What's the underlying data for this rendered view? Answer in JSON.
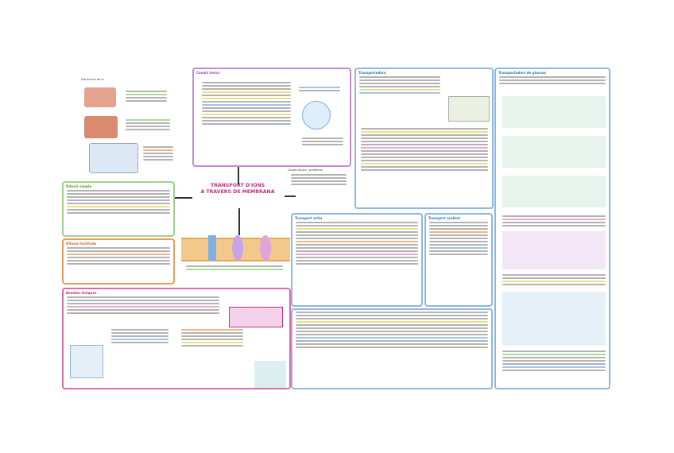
{
  "title": {
    "line1": "TRANSPORT D'IONS",
    "line2": "A TRAVERS DE MEMBRANA"
  },
  "sections": {
    "cells": {
      "heading": "Estructura de la"
    },
    "table": {
      "heading": "Canals iònics"
    },
    "diffusion": {
      "heading": "Difusió simple"
    },
    "facilitated": {
      "heading": "Difusió facilitada"
    },
    "pumps": {
      "heading": "Bombes iòniques"
    },
    "channels": {
      "heading": "Canals iònics i proteïnes"
    },
    "carriers": {
      "heading": "Transportadors"
    },
    "active": {
      "heading": "Transport actiu"
    },
    "symport": {
      "heading": "Transport acoblat"
    },
    "right": {
      "heading": "Transportadors de glucosa"
    }
  },
  "colors": {
    "blue": "#8fb7e0",
    "pink": "#d96ab4",
    "green": "#9ed38e",
    "orange": "#e89c5c",
    "purple": "#c48bd6",
    "magenta": "#c0307f"
  }
}
